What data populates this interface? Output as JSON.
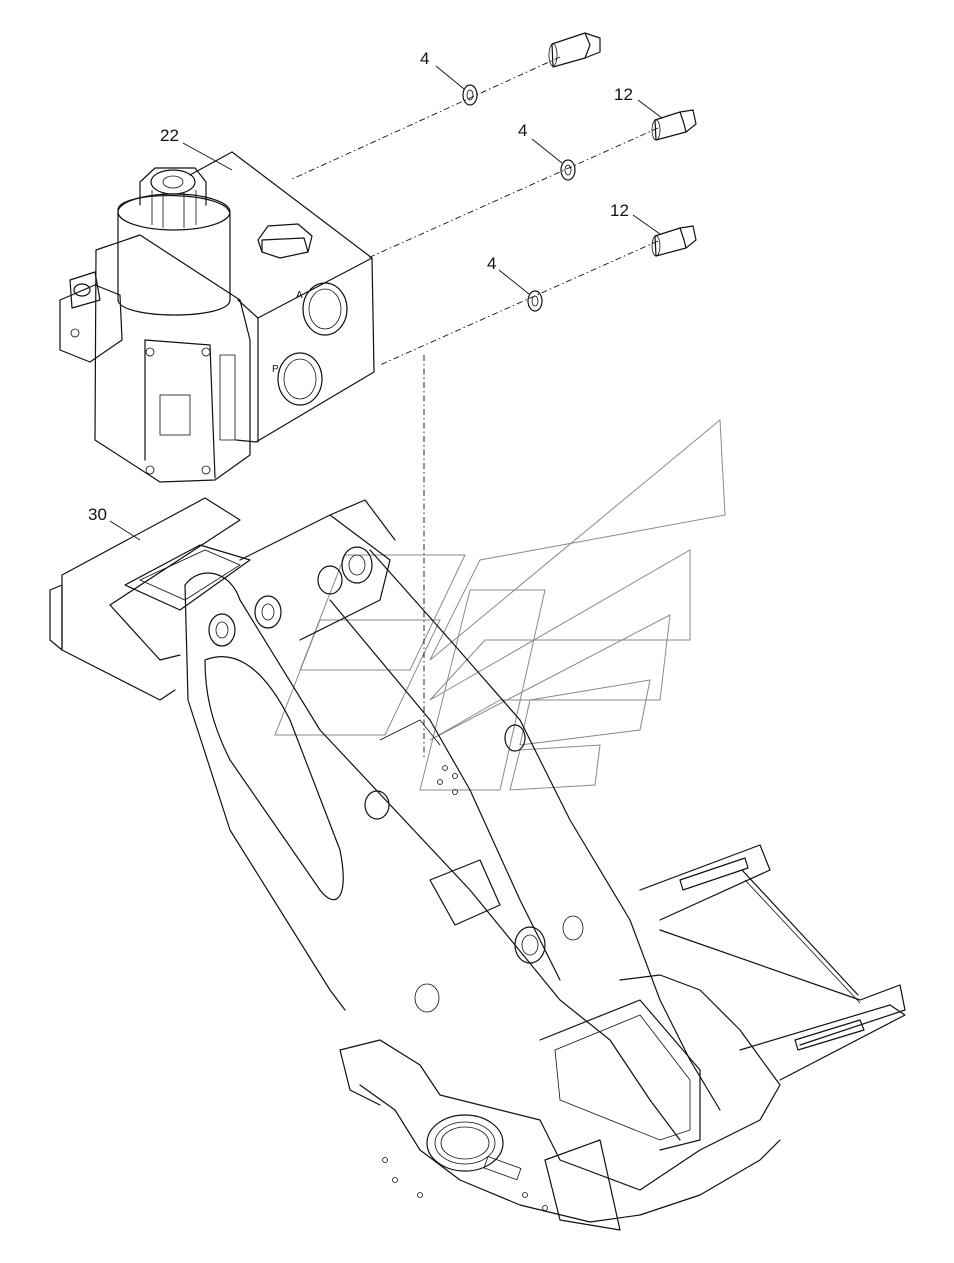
{
  "callouts": {
    "washer_top": "4",
    "bolt_upper": "12",
    "washer_mid": "4",
    "valve": "22",
    "bolt_lower": "12",
    "washer_low": "4",
    "frame": "30"
  },
  "port_marks": {
    "port_a": "A",
    "port_p": "P"
  },
  "colors": {
    "line": "#111111",
    "watermark": "#8a8a8a",
    "background": "#ffffff"
  }
}
